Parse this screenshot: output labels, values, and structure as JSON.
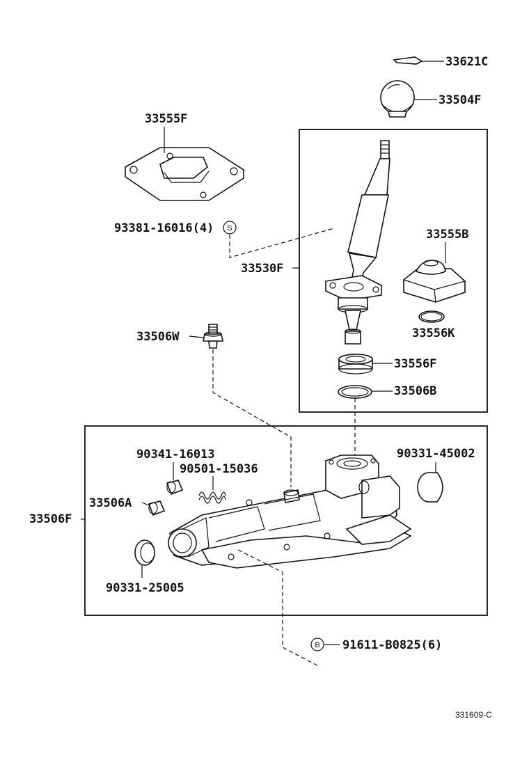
{
  "labels": {
    "p33621C": "33621C",
    "p33504F": "33504F",
    "p33555F": "33555F",
    "p93381": "93381-16016(4)",
    "p33530F": "33530F",
    "p33555B": "33555B",
    "p33556K": "33556K",
    "p33506W": "33506W",
    "p33556F": "33556F",
    "p33506B": "33506B",
    "p90341": "90341-16013",
    "p90501": "90501-15036",
    "p90331_45": "90331-45002",
    "p33506A": "33506A",
    "p33506F": "33506F",
    "p90331_25": "90331-25005",
    "p91611": "91611-B0825(6)"
  },
  "symbols": {
    "s_circle": "S",
    "b_circle": "B"
  },
  "footer": {
    "diagram_code": "331609-C"
  }
}
